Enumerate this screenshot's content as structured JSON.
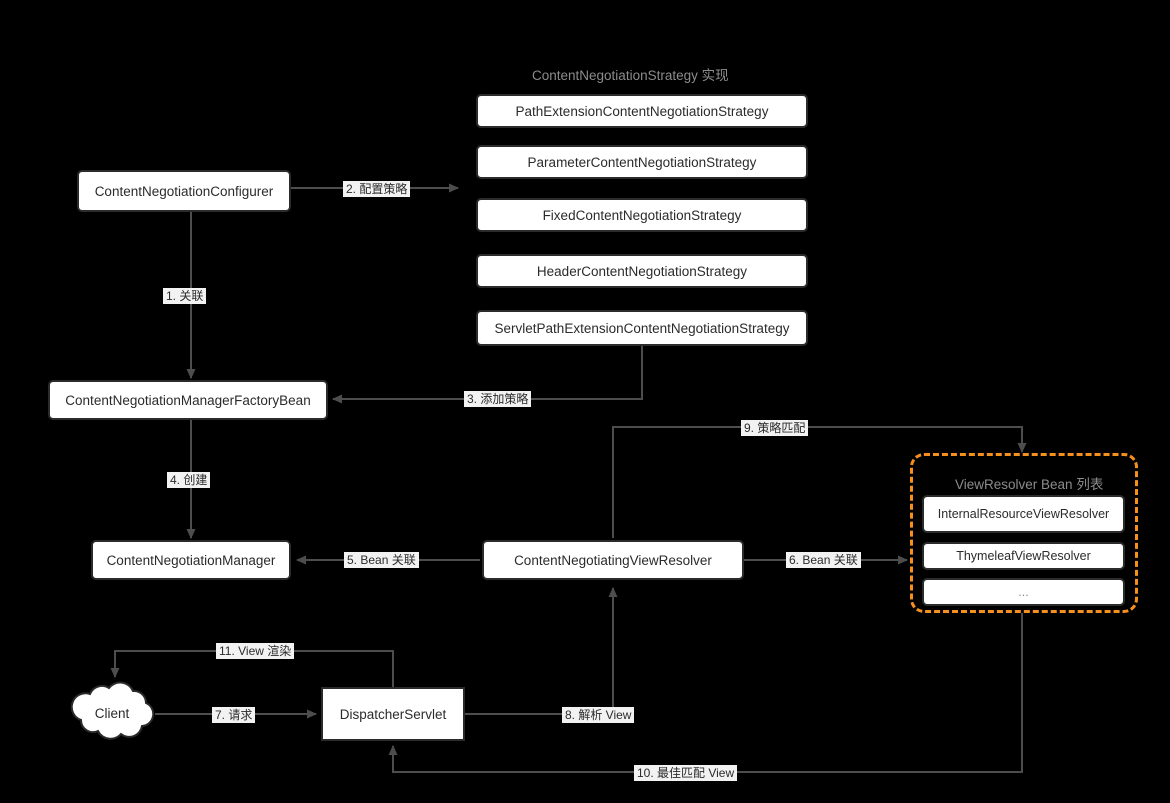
{
  "diagram": {
    "background": "#000000",
    "accent_orange": "#f5901f",
    "node_border": "#2b2b2b",
    "node_fill": "#ffffff",
    "wire_color": "#4d4d4d",
    "label_fill": "#f2f2f2",
    "muted_text": "#8c8c8c"
  },
  "sections": {
    "strategy_group_title": "ContentNegotiationStrategy 实现",
    "viewresolver_group_title": "ViewResolver Bean 列表"
  },
  "nodes": {
    "configurer": "ContentNegotiationConfigurer",
    "factory_bean": "ContentNegotiationManagerFactoryBean",
    "manager": "ContentNegotiationManager",
    "negotiating_view_resolver": "ContentNegotiatingViewResolver",
    "dispatcher_servlet": "DispatcherServlet",
    "client": "Client"
  },
  "strategies": [
    "PathExtensionContentNegotiationStrategy",
    "ParameterContentNegotiationStrategy",
    "FixedContentNegotiationStrategy",
    "HeaderContentNegotiationStrategy",
    "ServletPathExtensionContentNegotiationStrategy"
  ],
  "view_resolvers": [
    "InternalResourceViewResolver",
    "ThymeleafViewResolver",
    "..."
  ],
  "edges": [
    {
      "id": "e1",
      "label": "1. 关联"
    },
    {
      "id": "e2",
      "label": "2. 配置策略"
    },
    {
      "id": "e3",
      "label": "3. 添加策略"
    },
    {
      "id": "e4",
      "label": "4. 创建"
    },
    {
      "id": "e5",
      "label": "5. Bean 关联"
    },
    {
      "id": "e6",
      "label": "6. Bean 关联"
    },
    {
      "id": "e7",
      "label": "7. 请求"
    },
    {
      "id": "e8",
      "label": "8. 解析 View"
    },
    {
      "id": "e9",
      "label": "9. 策略匹配"
    },
    {
      "id": "e10",
      "label": "10. 最佳匹配 View"
    },
    {
      "id": "e11",
      "label": "11. View 渲染"
    }
  ]
}
